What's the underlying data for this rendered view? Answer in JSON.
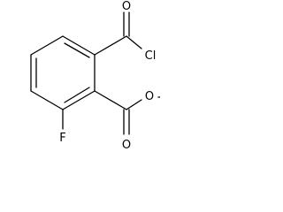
{
  "molecule": {
    "atoms": {
      "carbonyl_oxygen_acyl": "O",
      "chlorine": "Cl",
      "fluorine": "F",
      "carbonyl_oxygen_ester": "O",
      "ester_oxygen": "O"
    },
    "colors": {
      "bond": "#000000",
      "label": "#000000",
      "background": "#ffffff"
    }
  }
}
